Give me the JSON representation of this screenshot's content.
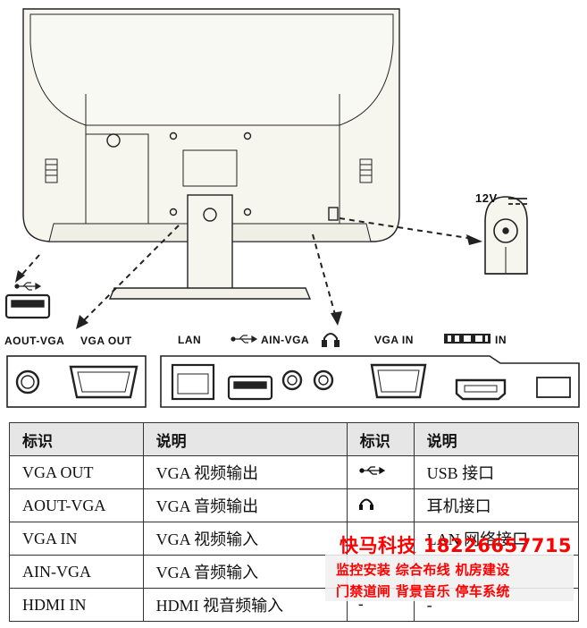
{
  "labels": {
    "dc_in": "12V",
    "aout_vga": "AOUT-VGA",
    "vga_out": "VGA OUT",
    "lan": "LAN",
    "ain_vga": "AIN-VGA",
    "vga_in": "VGA IN",
    "hdmi_in": "IN"
  },
  "table": {
    "headers": [
      "标识",
      "说明",
      "标识",
      "说明"
    ],
    "rows": [
      {
        "id": "VGA OUT",
        "desc": "VGA 视频输出",
        "icon": "usb-icon",
        "sym": "",
        "meaning": "USB 接口"
      },
      {
        "id": "AOUT-VGA",
        "desc": "VGA 音频输出",
        "icon": "headphone-icon",
        "sym": "",
        "meaning": "耳机接口"
      },
      {
        "id": "VGA IN",
        "desc": "VGA 视频输入",
        "icon": "",
        "sym": "",
        "meaning": "LAN 网络接口"
      },
      {
        "id": "AIN-VGA",
        "desc": "VGA 音频输入",
        "icon": "",
        "sym": "",
        "meaning": ""
      },
      {
        "id": "HDMI IN",
        "desc": "HDMI 视音频输入",
        "icon": "",
        "sym": "-",
        "meaning": "-"
      }
    ]
  },
  "watermark": {
    "title": "快马科技 18226657715",
    "line1": "监控安装 综合布线 机房建设",
    "line2": "门禁道闸 背景音乐 停车系统",
    "color": "#ff0000"
  }
}
